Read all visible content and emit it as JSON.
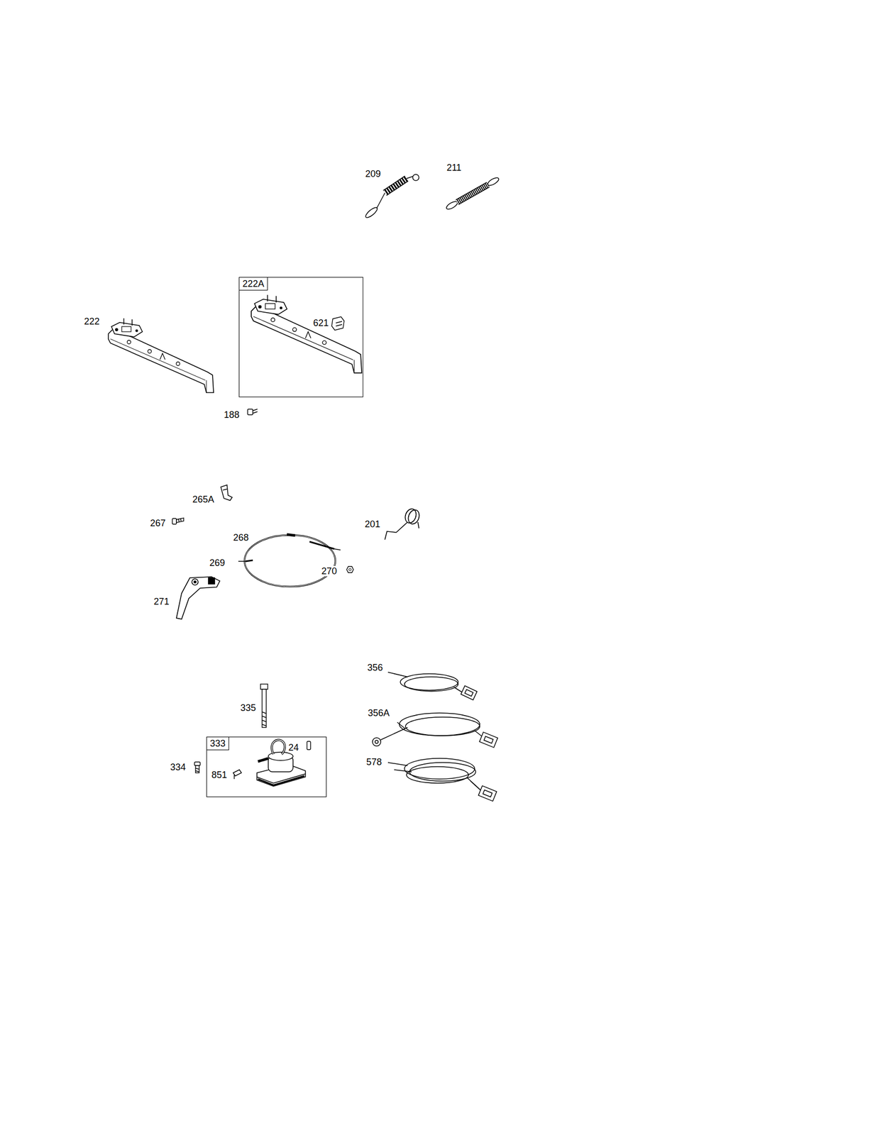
{
  "diagram": {
    "nodes": [
      {
        "text": [
          "222A",
          "621"
        ]
      },
      {
        "text": [
          "333",
          "24",
          "851"
        ]
      }
    ],
    "labels": [
      "209",
      "211",
      "222",
      "188",
      "265A",
      "267",
      "268",
      "269",
      "201",
      "270",
      "271",
      "335",
      "334",
      "356",
      "356A",
      "578"
    ]
  }
}
